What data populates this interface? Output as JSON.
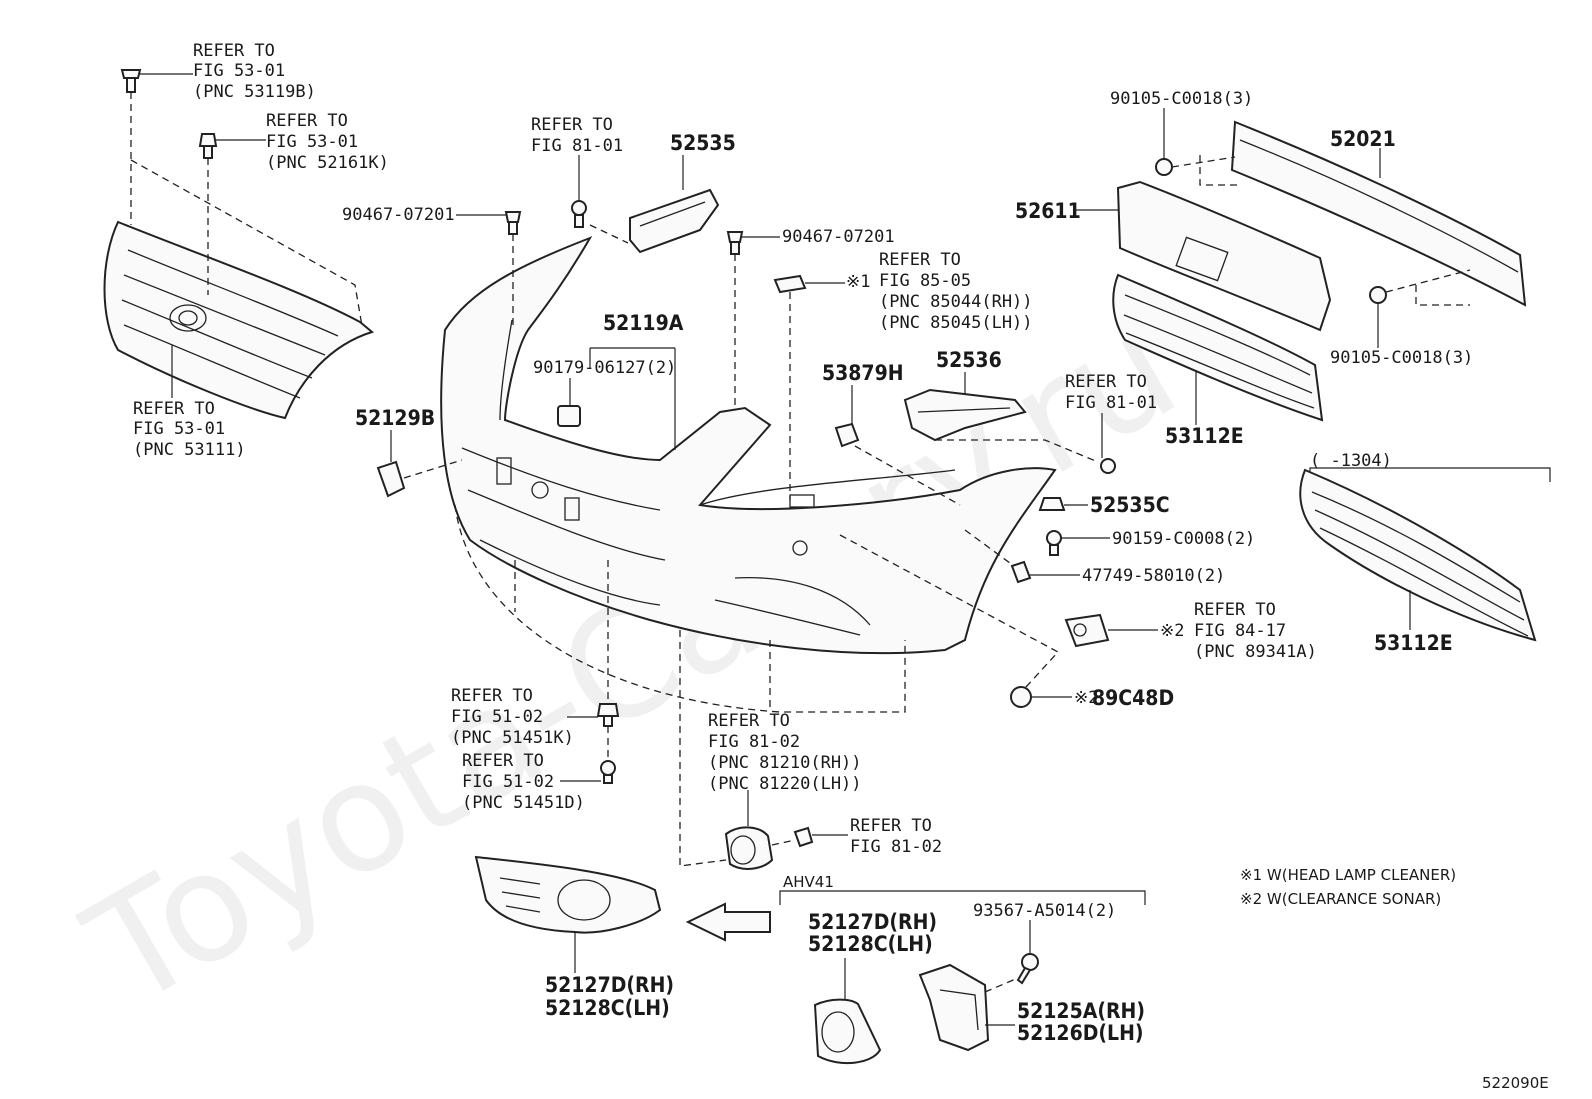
{
  "watermark": "Toyota-Camry.ru",
  "figure_code": "522090E",
  "legend": {
    "note1": "※1 W(HEAD LAMP CLEANER)",
    "note2": "※2 W(CLEARANCE SONAR)"
  },
  "callouts": {
    "grille_emblem_ref": [
      "REFER TO",
      "FIG 53-01",
      "(PNC 53119B)"
    ],
    "grille_clip_ref": [
      "REFER TO",
      "FIG 53-01",
      "(PNC 52161K)"
    ],
    "grille_ref": [
      "REFER TO",
      "FIG 53-01",
      "(PNC 53111)"
    ],
    "bumper_clip_left": "90467-07201",
    "bumper_clip_right": "90467-07201",
    "retainer_bolt_ref": [
      "REFER TO",
      "FIG 81-01"
    ],
    "retainer_upper": "52535",
    "cover": "52119A",
    "plate_bracket_screw": "90179-06127(2)",
    "washer_cover_ref": [
      "REFER TO",
      "FIG 85-05",
      "(PNC 85044(RH))",
      "(PNC 85045(LH))"
    ],
    "washer_cover_mark": "※1",
    "tow_cap": "52129B",
    "retainer_side": "52536",
    "bracket_53879": "53879H",
    "side_screw_ref": [
      "REFER TO",
      "FIG 81-01"
    ],
    "clip_52535c": "52535C",
    "screw_90159": "90159-C0008(2)",
    "screw_47749": "47749-58010(2)",
    "sonar_ref": [
      "REFER TO",
      "FIG 84-17",
      "(PNC 89341A)"
    ],
    "sonar_mark": "※2",
    "sonar_part": "89C48D",
    "sonar_part_mark": "※2",
    "reinf_bolt_upper": "90105-C0018(3)",
    "reinforcement": "52021",
    "absorber": "52611",
    "reinf_bolt_lower": "90105-C0018(3)",
    "lower_grille": "53112E",
    "lower_grille_variant_range": "(      -1304)",
    "lower_grille_variant": "53112E",
    "fender_screw_k_ref": [
      "REFER TO",
      "FIG 51-02",
      "(PNC 51451K)"
    ],
    "fender_screw_d_ref": [
      "REFER TO",
      "FIG 51-02",
      "(PNC 51451D)"
    ],
    "fog_lamp_ref": [
      "REFER TO",
      "FIG 81-02",
      "(PNC 81210(RH))",
      "(PNC 81220(LH))"
    ],
    "fog_screw_ref": [
      "REFER TO",
      "FIG 81-02"
    ],
    "fog_cover": [
      "52127D(RH)",
      "52128C(LH)"
    ],
    "ahv_model": "AHV41",
    "ahv_cover": [
      "52127D(RH)",
      "52128C(LH)"
    ],
    "ahv_screw": "93567-A5014(2)",
    "ahv_bracket": [
      "52125A(RH)",
      "52126D(LH)"
    ]
  }
}
